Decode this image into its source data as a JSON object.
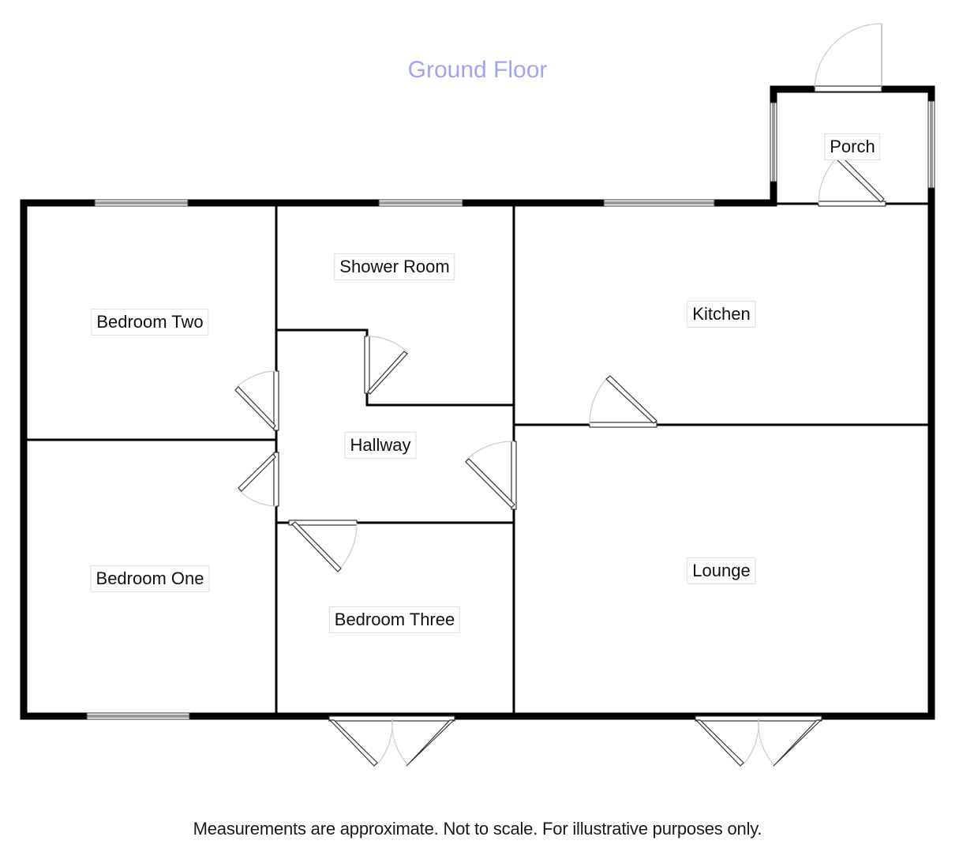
{
  "floor": {
    "title": "Ground Floor",
    "title_color": "#a3a3f0",
    "footer_note": "Measurements are approximate. Not to scale. For illustrative purposes only."
  },
  "rooms": [
    {
      "id": "porch",
      "name": "Porch"
    },
    {
      "id": "bedroom-two",
      "name": "Bedroom Two"
    },
    {
      "id": "shower-room",
      "name": "Shower Room"
    },
    {
      "id": "kitchen",
      "name": "Kitchen"
    },
    {
      "id": "hallway",
      "name": "Hallway"
    },
    {
      "id": "bedroom-one",
      "name": "Bedroom One"
    },
    {
      "id": "bedroom-three",
      "name": "Bedroom Three"
    },
    {
      "id": "lounge",
      "name": "Lounge"
    }
  ],
  "symbols": {
    "wall_color": "#000000",
    "door_arc_color": "#cfcfcf",
    "window": "window-icon",
    "door": "door-icon",
    "double_door": "double-door-icon"
  }
}
